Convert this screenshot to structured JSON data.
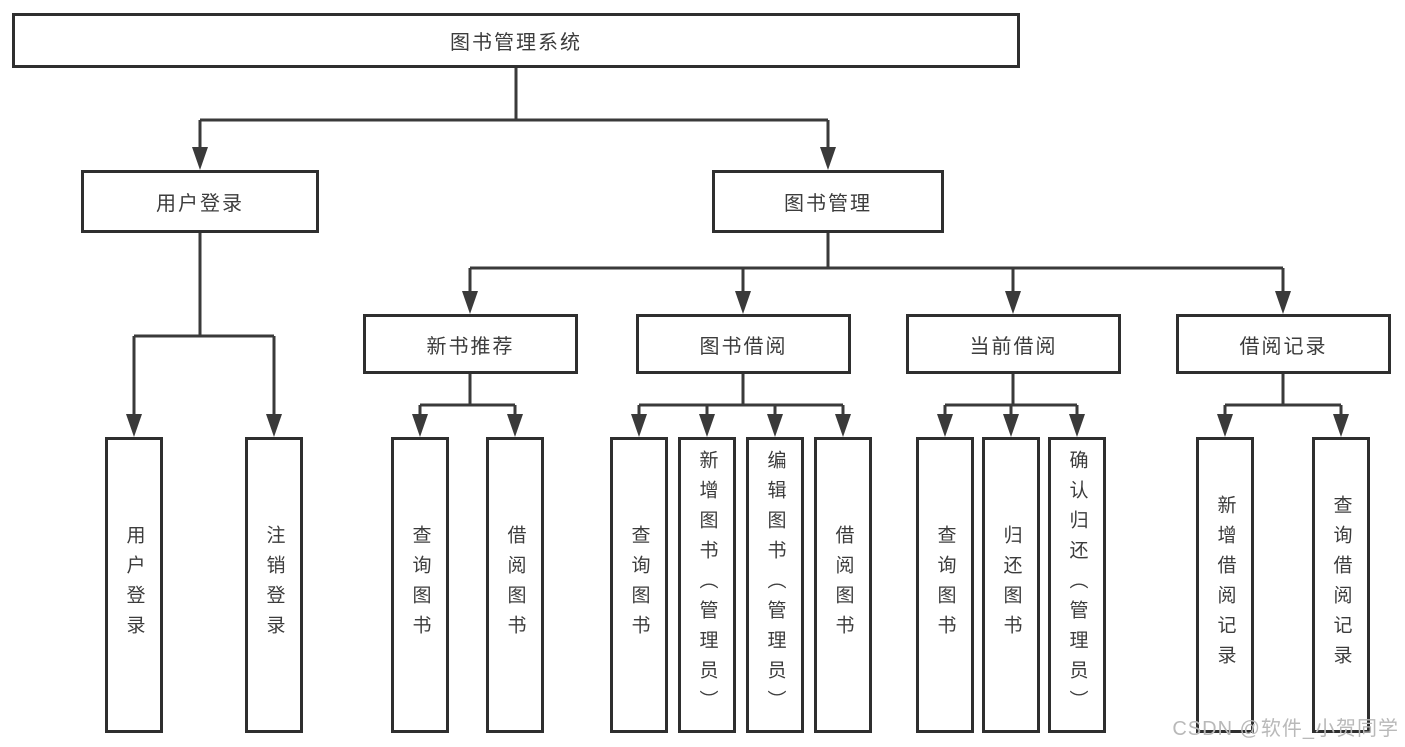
{
  "diagram": {
    "title": "图书管理系统",
    "level2": {
      "user_login": "用户登录",
      "book_management": "图书管理"
    },
    "level3": {
      "new_book_recommend": "新书推荐",
      "book_borrow": "图书借阅",
      "current_borrow": "当前借阅",
      "borrow_records": "借阅记录"
    },
    "leaves": {
      "user": [
        "用户登录",
        "注销登录"
      ],
      "recommend": [
        "查询图书",
        "借阅图书"
      ],
      "borrow": [
        "查询图书",
        "新增图书（管理员）",
        "编辑图书（管理员）",
        "借阅图书"
      ],
      "current": [
        "查询图书",
        "归还图书",
        "确认归还（管理员）"
      ],
      "records": [
        "新增借阅记录",
        "查询借阅记录"
      ]
    },
    "watermark": "CSDN @软件_小贺同学",
    "colors": {
      "line": "#3a3a3a",
      "border": "#2f2f2f",
      "text": "#3c3c3c",
      "watermark": "#b9b9b9",
      "background": "#ffffff"
    }
  }
}
